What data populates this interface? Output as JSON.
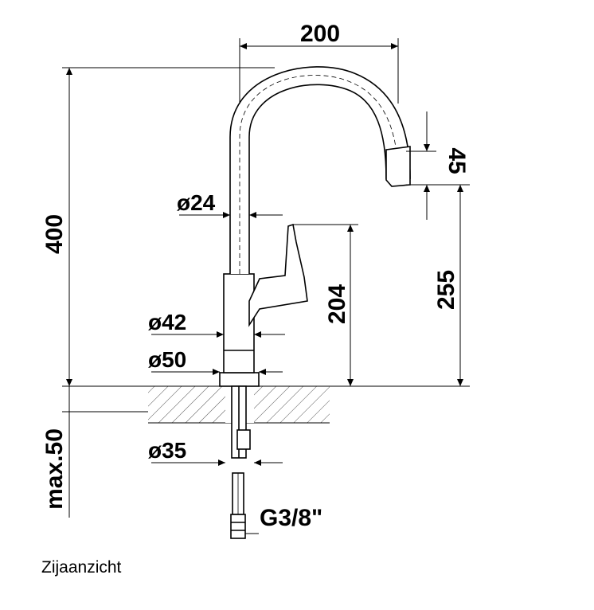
{
  "dimensions": {
    "reach": "200",
    "total_height": "400",
    "spout_drop": "45",
    "spout_height": "255",
    "lever_height": "204",
    "spout_diameter": "ø24",
    "body_diameter": "ø42",
    "base_diameter": "ø50",
    "hole_diameter": "ø35",
    "max_thickness": "max.50",
    "connection": "G3/8\""
  },
  "caption": "Zijaanzicht"
}
